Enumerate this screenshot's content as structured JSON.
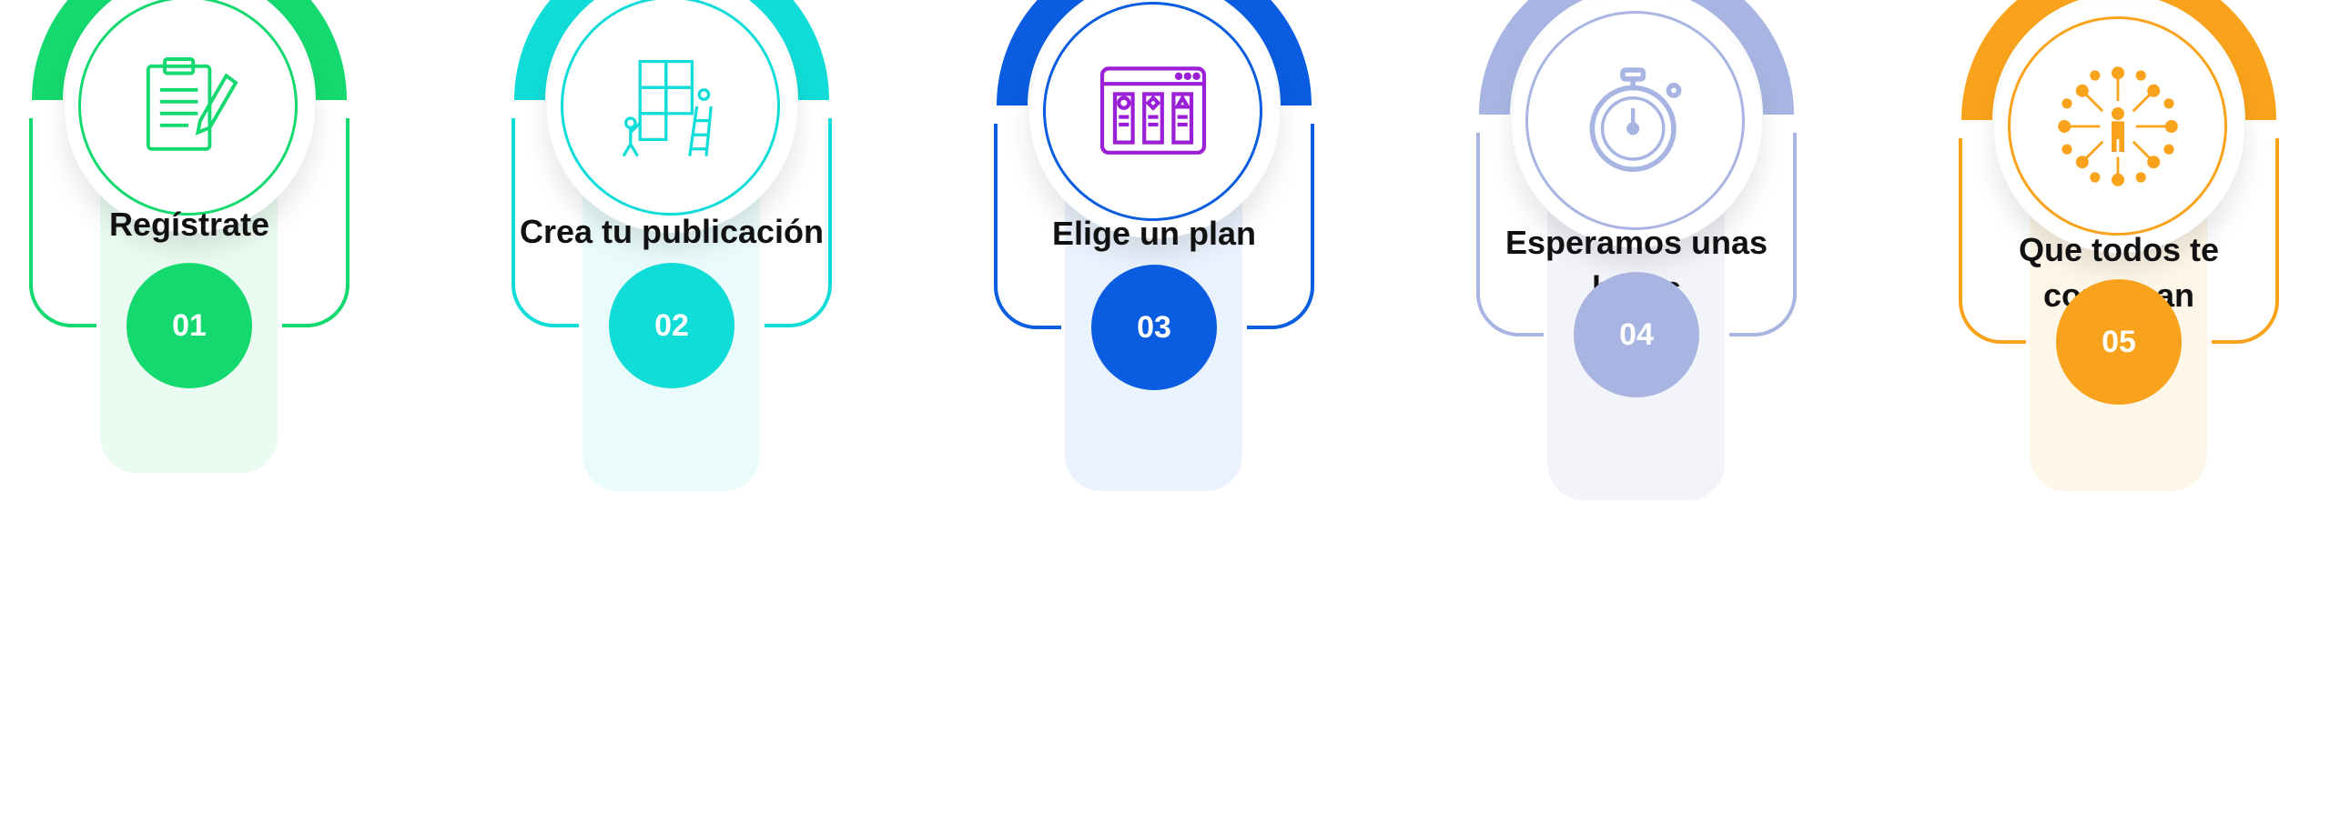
{
  "steps": [
    {
      "title": "Regístrate",
      "number": "01",
      "color": "#14D96E",
      "strip": "#EAFBF2",
      "icon": "clipboard-pencil-icon"
    },
    {
      "title": "Crea tu publicación",
      "number": "02",
      "color": "#10DCD8",
      "strip": "#E9FBFB",
      "icon": "puzzle-team-icon"
    },
    {
      "title": "Elige un plan",
      "number": "03",
      "color": "#0A5CE0",
      "strip": "#EAF2FD",
      "icon": "browser-plans-icon"
    },
    {
      "title": "Esperamos unas horas",
      "number": "04",
      "color": "#A8B5E2",
      "strip": "#F2F4FA",
      "icon": "stopwatch-icon"
    },
    {
      "title": "Que todos te conozcan",
      "number": "05",
      "color": "#F9A21B",
      "strip": "#FEF6E8",
      "icon": "network-person-icon"
    }
  ]
}
